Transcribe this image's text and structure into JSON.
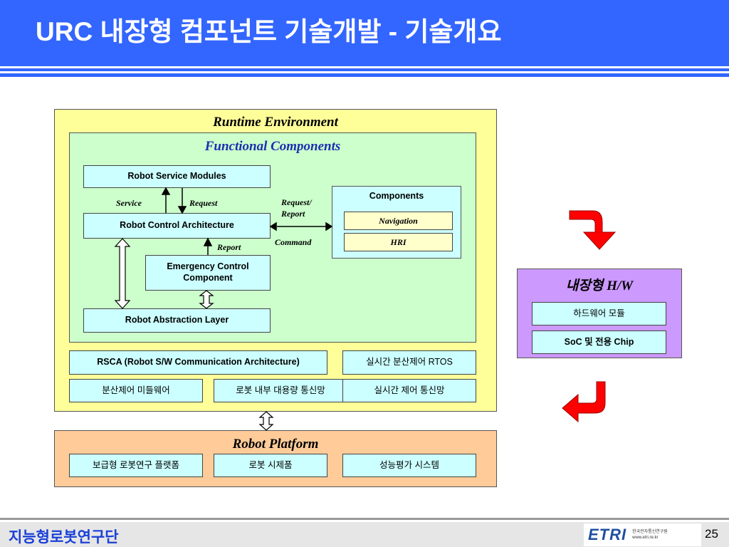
{
  "header": {
    "title": "URC 내장형 컴포넌트 기술개발 - 기술개요"
  },
  "runtime": {
    "title": "Runtime Environment",
    "functional": {
      "title": "Functional Components",
      "service_modules": "Robot Service Modules",
      "control_arch": "Robot Control Architecture",
      "emergency": "Emergency Control Component",
      "abstraction": "Robot Abstraction Layer",
      "components": {
        "title": "Components",
        "items": [
          "Navigation",
          "HRI"
        ]
      },
      "labels": {
        "service": "Service",
        "request": "Request",
        "report": "Report",
        "request_report": "Request/ Report",
        "command": "Command"
      }
    },
    "rsca": "RSCA (Robot S/W Communication Architecture)",
    "rtos": "실시간 분산제어 RTOS",
    "bottom_row": [
      "분산제어 미들웨어",
      "로봇 내부 대용량 통신망",
      "실시간 제어 통신망"
    ]
  },
  "platform": {
    "title": "Robot Platform",
    "items": [
      "보급형 로봇연구 플랫폼",
      "로봇 시제품",
      "성능평가 시스템"
    ]
  },
  "hw": {
    "title": "내장형 H/W",
    "items": [
      "하드웨어 모듈",
      "SoC 및 전용 Chip"
    ]
  },
  "footer": {
    "org": "지능형로봇연구단",
    "logo_text": "ETRI",
    "logo_sub": [
      "한국전자통신연구원",
      "www.etri.re.kr"
    ],
    "page": "25"
  },
  "colors": {
    "header_blue": "#3366ff",
    "runtime_bg": "#ffff99",
    "functional_bg": "#ccffcc",
    "box_cyan": "#ccffff",
    "platform_bg": "#ffcc99",
    "hw_bg": "#cc99ff",
    "arrow_red": "#ff0000"
  }
}
